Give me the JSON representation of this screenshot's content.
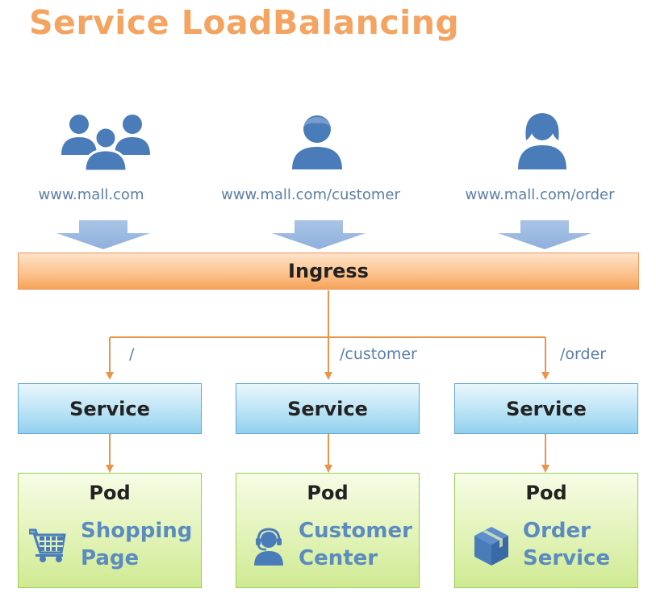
{
  "title": "Service LoadBalancing",
  "clients": [
    {
      "icon": "group-users-icon",
      "url": "www.mall.com"
    },
    {
      "icon": "male-user-icon",
      "url": "www.mall.com/customer"
    },
    {
      "icon": "female-user-icon",
      "url": "www.mall.com/order"
    }
  ],
  "ingress": {
    "label": "Ingress"
  },
  "routes": [
    {
      "path": "/"
    },
    {
      "path": "/customer"
    },
    {
      "path": "/order"
    }
  ],
  "services": [
    {
      "label": "Service"
    },
    {
      "label": "Service"
    },
    {
      "label": "Service"
    }
  ],
  "pods": [
    {
      "title": "Pod",
      "name_line1": "Shopping",
      "name_line2": "Page",
      "icon": "shopping-cart-icon"
    },
    {
      "title": "Pod",
      "name_line1": "Customer",
      "name_line2": "Center",
      "icon": "headset-agent-icon"
    },
    {
      "title": "Pod",
      "name_line1": "Order",
      "name_line2": "Service",
      "icon": "package-box-icon"
    }
  ],
  "colors": {
    "title": "#f4a460",
    "label_blue": "#5b7fa7",
    "connector": "#e8954a",
    "icon_blue": "#4a7cba",
    "pod_name": "#5b8bbf"
  }
}
